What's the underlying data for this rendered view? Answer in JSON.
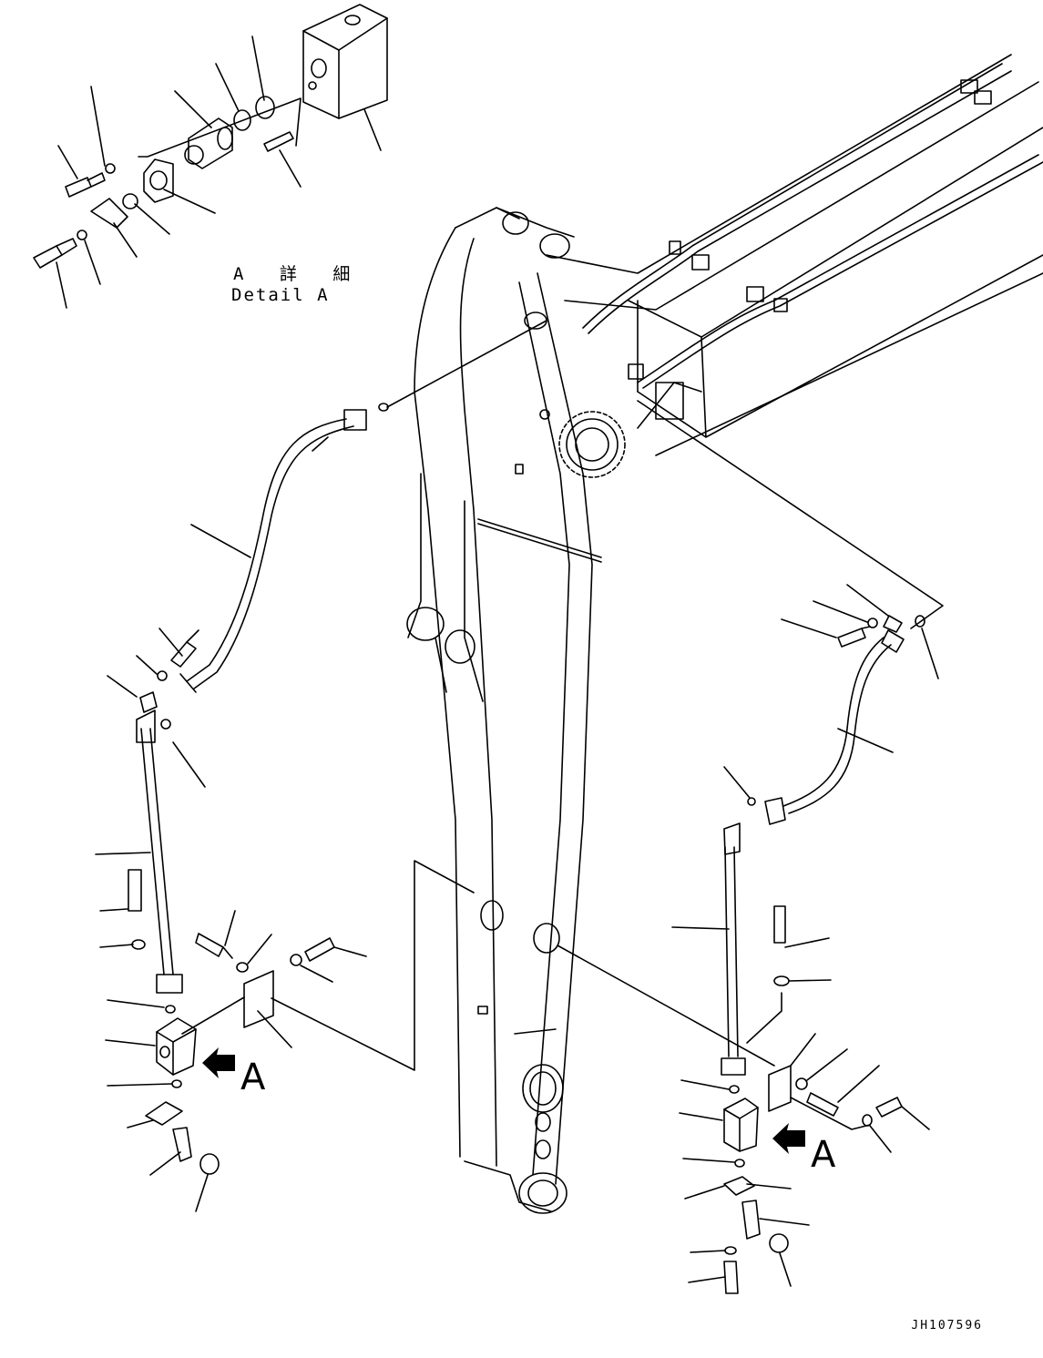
{
  "detail": {
    "label_ja": "A 詳 細",
    "label_en": "Detail A"
  },
  "callouts": {
    "left": "A",
    "right": "A"
  },
  "drawing_number": "JH107596",
  "colors": {
    "line": "#000000",
    "background": "#ffffff"
  }
}
